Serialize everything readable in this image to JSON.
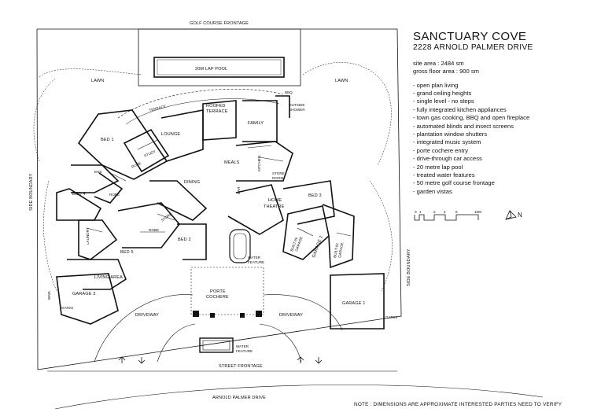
{
  "title": "SANCTUARY COVE",
  "address": "2228 ARNOLD PALMER DRIVE",
  "site_area": "site area  : 2484 sm",
  "gross_floor_area": "gross floor area  : 900 sm",
  "features": [
    "- open plan living",
    "- grand ceiling heights",
    "- single level - no steps",
    "- fully integrated kitchen appliances",
    "- town gas cooking, BBQ and open fireplace",
    "- automated blinds and insect screens",
    "- plantation window shutters",
    "- integrated music system",
    "- porte cochere entry",
    "- drive-through car access",
    "- 20 metre lap pool",
    "- treated water features",
    "- 50 metre golf course frontage",
    "- garden vistas"
  ],
  "scale": {
    "t0": "0",
    "t1": "1",
    "t2": "2",
    "t4": "4",
    "t6": "6",
    "t10": "10M"
  },
  "north_label": "N",
  "boundaries": {
    "golf": "GOLF COURSE FRONTAGE",
    "street": "STREET FRONTAGE",
    "road": "ARNOLD PALMER DRIVE",
    "side_left": "SIDE BOUNDARY",
    "side_right": "SIDE BOUNDARY"
  },
  "rooms": {
    "pool": "20M LAP POOL",
    "lawn_left": "LAWN",
    "lawn_right": "LAWN",
    "bbq": "BBQ",
    "outside_1": "OUTSIDE",
    "outside_2": "SHOWER",
    "terrace": "TERRACE",
    "roofed_1": "ROOFED",
    "roofed_2": "TERRACE",
    "family": "FAMILY",
    "lounge": "LOUNGE",
    "bed1": "BED 1",
    "study": "STUDY",
    "robe_bed1": "ROBE",
    "ens": "ENS",
    "robe_bed4": "ROBE",
    "bed4": "BED 4",
    "meals": "MEALS",
    "kitchen": "KITCHEN",
    "store_1": "STORE",
    "store_2": "ROOM",
    "bar": "BAR",
    "dining": "DINING",
    "home_1": "HOME",
    "home_2": "THEATRE",
    "bed3": "BED 3",
    "store": "STORE",
    "robe_bed5": "ROBE",
    "laundry": "LAUNDRY",
    "bed5": "BED 5",
    "bed2": "BED 2",
    "builtin_1": "BUILT-IN",
    "builtin_2": "GARAGE",
    "garage2": "GARAGE 2",
    "builtin_r1": "BUILT-IN",
    "builtin_r2": "GARAGE",
    "living_area": "LIVING AREA",
    "garage3": "GARAGE 3",
    "water_1": "WATER",
    "water_2": "FEATURE",
    "bins": "BINS",
    "gates_left": "GATES",
    "porte_1": "PORTE",
    "porte_2": "COCHERE",
    "driveway_left": "DRIVEWAY",
    "driveway_right": "DRIVEWAY",
    "garage1": "GARAGE 1",
    "gates_right": "GATES",
    "water2_1": "WATER",
    "water2_2": "FEATURE"
  },
  "note": "NOTE : DIMENSIONS ARE APPROXIMATE INTERESTED PARTIES NEED TO VERIFY"
}
